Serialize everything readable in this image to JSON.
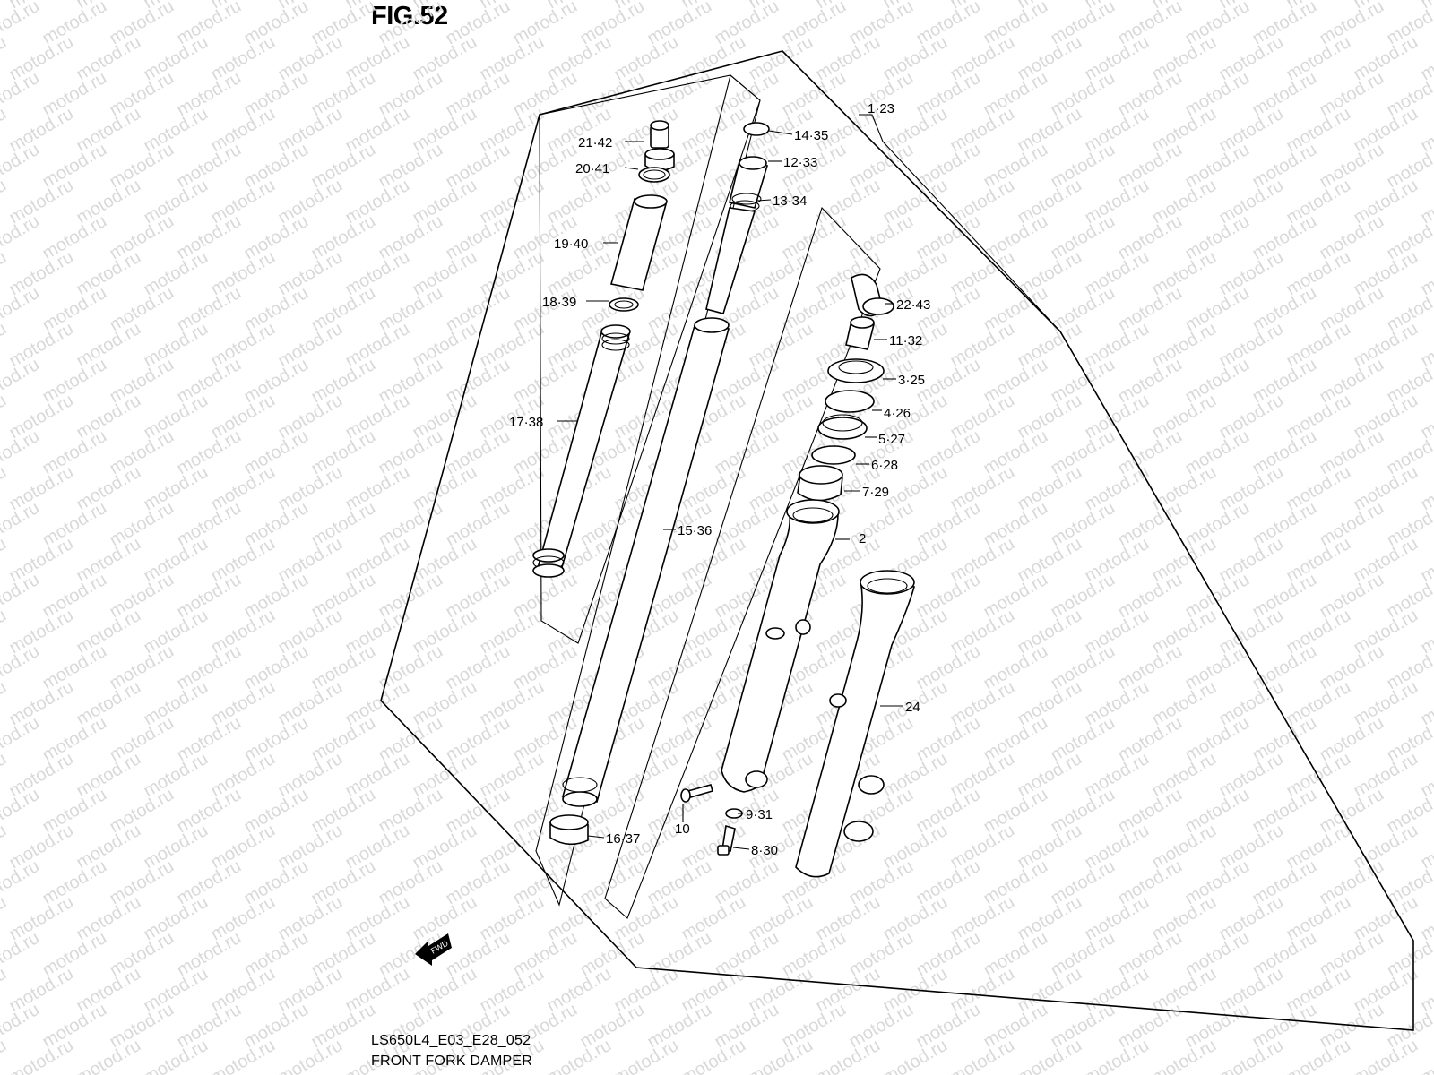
{
  "figure_title": "FIG.52",
  "diagram_code": "LS650L4_E03_E28_052",
  "diagram_name": "FRONT FORK DAMPER",
  "watermark": "motod.ru",
  "fwd_badge": "FWD",
  "callouts": {
    "c1_23": "1·23",
    "c2": "2",
    "c3_25": "3·25",
    "c4_26": "4·26",
    "c5_27": "5·27",
    "c6_28": "6·28",
    "c7_29": "7·29",
    "c8_30": "8·30",
    "c9_31": "9·31",
    "c10": "10",
    "c11_32": "11·32",
    "c12_33": "12·33",
    "c13_34": "13·34",
    "c14_35": "14·35",
    "c15_36": "15·36",
    "c16_37": "16·37",
    "c17_38": "17·38",
    "c18_39": "18·39",
    "c19_40": "19·40",
    "c20_41": "20·41",
    "c21_42": "21·42",
    "c22_43": "22·43",
    "c24": "24"
  }
}
